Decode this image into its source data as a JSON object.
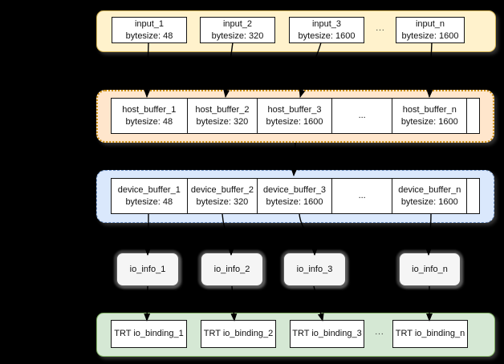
{
  "groups": {
    "inputs": {
      "boxes": [
        {
          "name": "input_1",
          "size": "bytesize: 48"
        },
        {
          "name": "input_2",
          "size": "bytesize: 320"
        },
        {
          "name": "input_3",
          "size": "bytesize: 1600"
        },
        {
          "name": "input_n",
          "size": "bytesize: 1600"
        }
      ],
      "ellipsis": "..."
    },
    "host_buffers": {
      "cells": [
        {
          "name": "host_buffer_1",
          "size": "bytesize: 48"
        },
        {
          "name": "host_buffer_2",
          "size": "bytesize: 320"
        },
        {
          "name": "host_buffer_3",
          "size": "bytesize: 1600"
        },
        {
          "name": "...",
          "size": ""
        },
        {
          "name": "host_buffer_n",
          "size": "bytesize: 1600"
        },
        {
          "name": "",
          "size": ""
        }
      ]
    },
    "device_buffers": {
      "cells": [
        {
          "name": "device_buffer_1",
          "size": "bytesize: 48"
        },
        {
          "name": "device_buffer_2",
          "size": "bytesize: 320"
        },
        {
          "name": "device_buffer_3",
          "size": "bytesize: 1600"
        },
        {
          "name": "...",
          "size": ""
        },
        {
          "name": "device_buffer_n",
          "size": "bytesize: 1600"
        },
        {
          "name": "",
          "size": ""
        }
      ]
    },
    "io_infos": {
      "boxes": [
        {
          "name": "io_info_1"
        },
        {
          "name": "io_info_2"
        },
        {
          "name": "io_info_3"
        },
        {
          "name": "io_info_n"
        }
      ]
    },
    "trt_bindings": {
      "boxes": [
        {
          "name": "TRT io_binding_1"
        },
        {
          "name": "TRT io_binding_2"
        },
        {
          "name": "TRT io_binding_3"
        },
        {
          "name": "TRT io_binding_n"
        }
      ],
      "ellipsis": "..."
    }
  },
  "colors": {
    "background": "#000000",
    "inputs_fill": "#FFF2CC",
    "inputs_stroke": "#D6B656",
    "host_fill": "#FFE6CC",
    "host_stroke": "#D79B00",
    "device_fill": "#DAE8FC",
    "device_stroke": "#6C8EBF",
    "io_info_fill": "#F5F5F5",
    "io_info_stroke": "#666666",
    "trt_fill": "#D5E8D4",
    "trt_stroke": "#82B366",
    "arrow": "#000000"
  }
}
